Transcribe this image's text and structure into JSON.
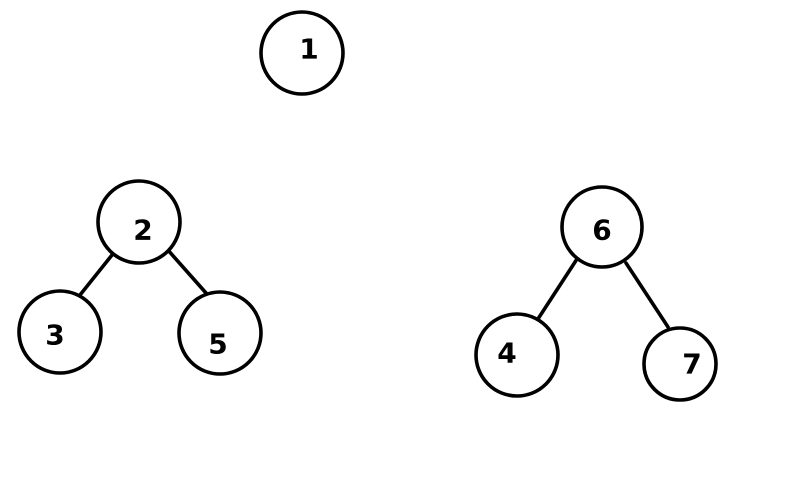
{
  "diagram": {
    "nodes": [
      {
        "id": "n1",
        "label": "1"
      },
      {
        "id": "n2",
        "label": "2"
      },
      {
        "id": "n3",
        "label": "3"
      },
      {
        "id": "n5",
        "label": "5"
      },
      {
        "id": "n6",
        "label": "6"
      },
      {
        "id": "n4",
        "label": "4"
      },
      {
        "id": "n7",
        "label": "7"
      }
    ],
    "edges": [
      {
        "from": "n2",
        "to": "n3"
      },
      {
        "from": "n2",
        "to": "n5"
      },
      {
        "from": "n6",
        "to": "n4"
      },
      {
        "from": "n6",
        "to": "n7"
      }
    ]
  },
  "colors": {
    "background": "#ffffff",
    "stroke": "#000000",
    "text": "#000000"
  }
}
